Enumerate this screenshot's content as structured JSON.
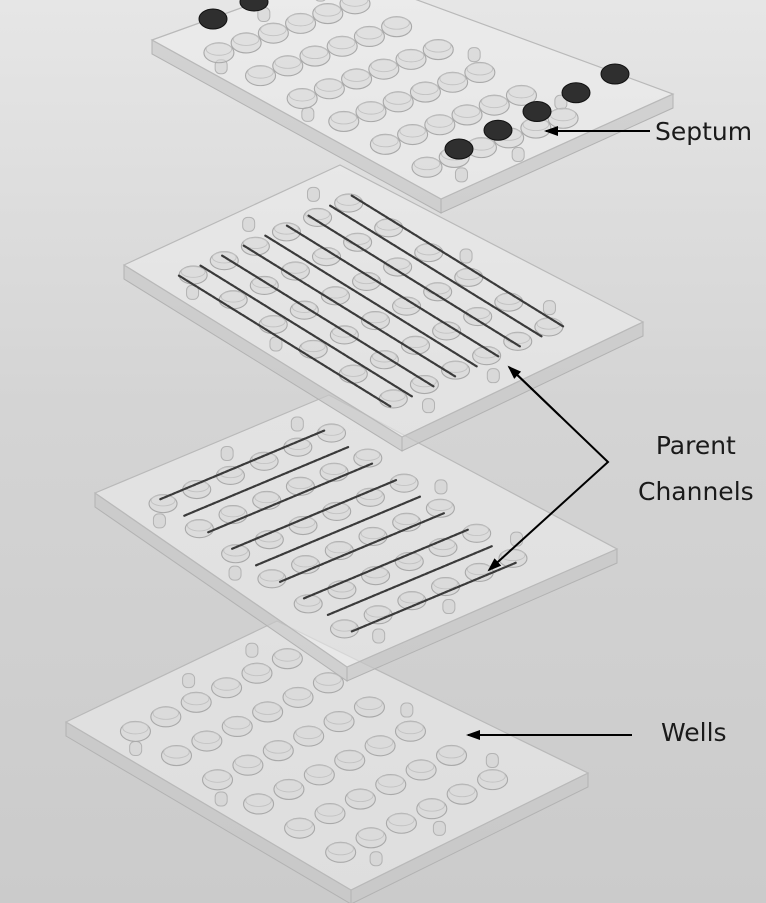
{
  "labels": {
    "septum": "Septum",
    "parent_line1": "Parent",
    "parent_line2": "Channels",
    "wells": "Wells"
  },
  "colors": {
    "background": "#d6d6d6",
    "plate": "#eeeeee",
    "channel": "#3a3a3a",
    "septum": "#2f2f2f",
    "arrow": "#000000"
  },
  "layers": [
    "septum-layer",
    "channel-layer-upper",
    "channel-layer-lower",
    "wells-layer"
  ]
}
